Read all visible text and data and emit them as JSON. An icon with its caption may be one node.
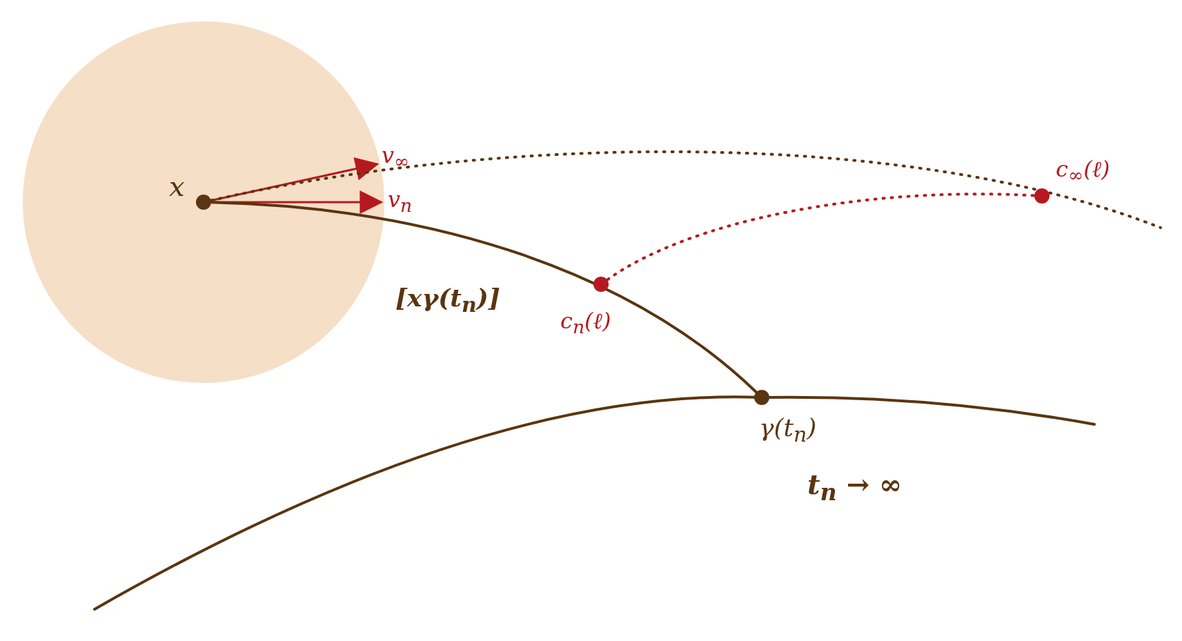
{
  "diagram": {
    "nodes": [
      {
        "text": [],
        "shape": "circle"
      },
      {
        "text": [],
        "shape": "circle",
        "beside": [
          "x"
        ],
        "in": 0
      },
      {
        "text": [],
        "shape": "circle",
        "beside": [
          "c$_{n}$(ℓ)"
        ]
      },
      {
        "text": [],
        "shape": "circle",
        "beside": [
          "c$_{∞}$(ℓ)"
        ]
      },
      {
        "text": [],
        "shape": "circle",
        "beside": [
          "γ(t$_{n}$)"
        ]
      }
    ],
    "edges": [
      {
        "from": 1,
        "to": null,
        "arrow": "to",
        "label": "v$_{∞}$",
        "color": "#b5191f"
      },
      {
        "from": 1,
        "to": null,
        "arrow": "to",
        "label": "v$_{n}$",
        "color": "#b5191f"
      },
      {
        "from": 1,
        "to": null,
        "arrow": "none",
        "style": "dashed",
        "color": "#5a3510"
      },
      {
        "from": 1,
        "to": 4,
        "arrow": "none",
        "label": "[xγ(t$_{n}$)]",
        "color": "#5a3510"
      },
      {
        "from": 2,
        "to": 3,
        "arrow": "none",
        "style": "dashed",
        "color": "#b5191f"
      }
    ],
    "labels": [
      "t$_{n}$ → ∞"
    ]
  }
}
